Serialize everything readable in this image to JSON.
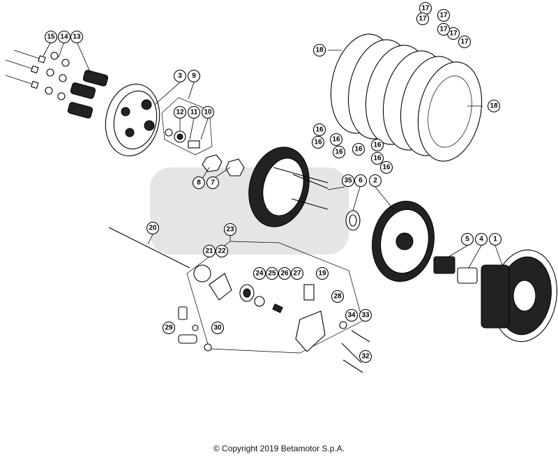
{
  "diagram": {
    "labels": [
      "15",
      "14",
      "13",
      "3",
      "9",
      "12",
      "11",
      "10",
      "8",
      "7",
      "18",
      "17",
      "17",
      "17",
      "17",
      "17",
      "17",
      "18",
      "16",
      "16",
      "16",
      "16",
      "16",
      "16",
      "16",
      "16",
      "35",
      "6",
      "2",
      "20",
      "23",
      "21",
      "22",
      "24",
      "25",
      "26",
      "27",
      "19",
      "28",
      "5",
      "4",
      "1",
      "29",
      "30",
      "34",
      "33",
      "32"
    ]
  },
  "footer": {
    "copyright": "© Copyright 2019 Betamotor S.p.A."
  }
}
